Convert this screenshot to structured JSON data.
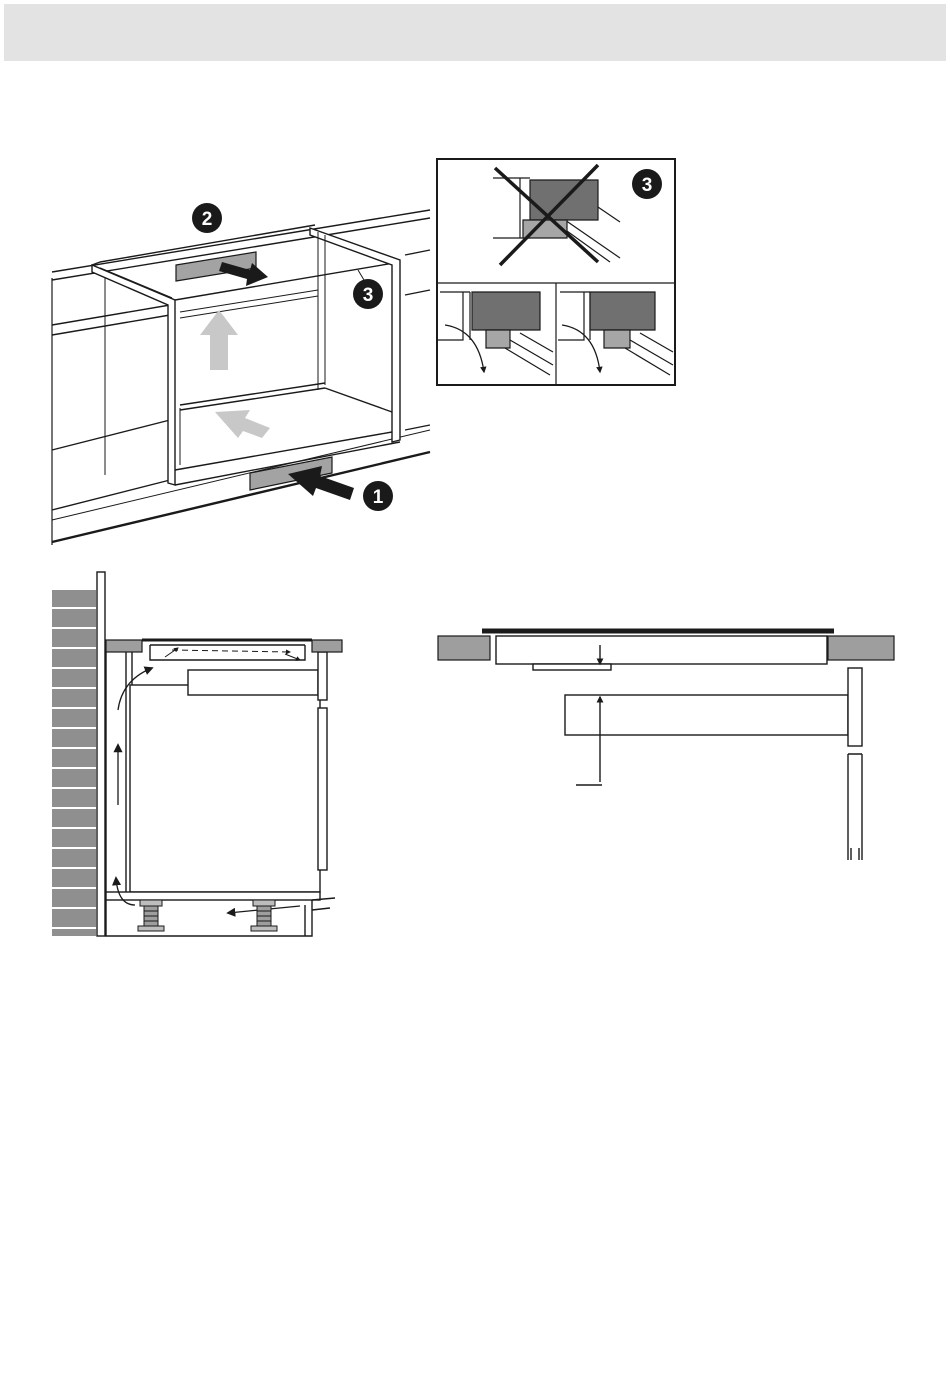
{
  "header": {
    "title": ""
  },
  "figure_top": {
    "callout_1": "1",
    "callout_2": "2",
    "callout_3": "3"
  },
  "inset": {
    "callout_3": "3"
  },
  "colors": {
    "line": "#1a1a1a",
    "panel_grey": "#9e9e9e",
    "block_grey": "#6e6e6e",
    "light_arrow": "#c4c4c4",
    "brick": "#8f8f8f",
    "header_bar": "#e3e3e3"
  },
  "icons": [
    "callout-circle",
    "airflow-arrow",
    "cross-mark",
    "adjustable-foot"
  ]
}
